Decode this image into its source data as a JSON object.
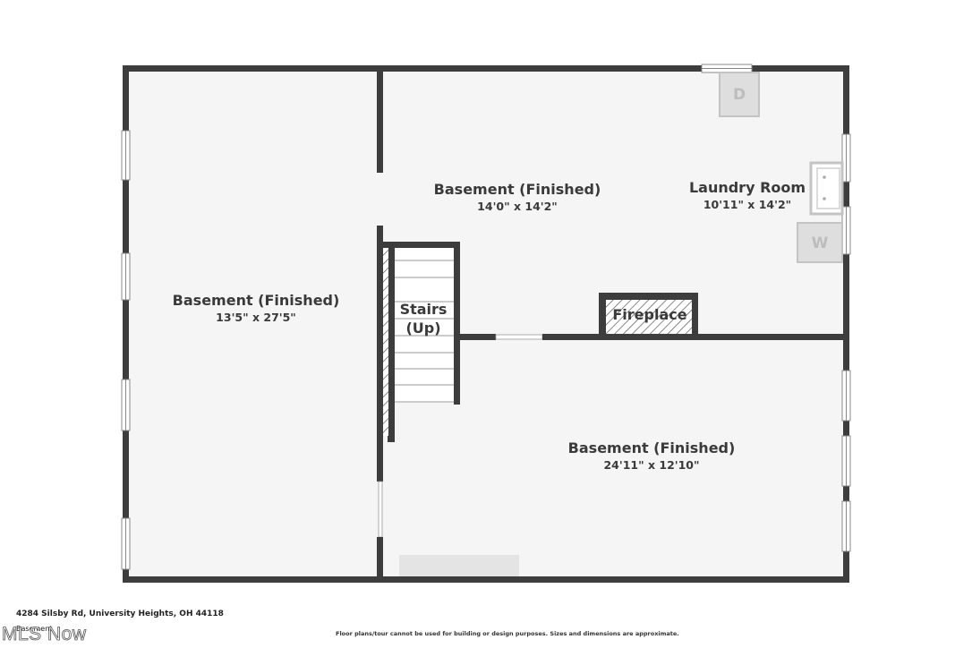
{
  "rooms": [
    {
      "name": "Basement (Finished)",
      "dimensions": "13'5\" x 27'5\""
    },
    {
      "name": "Basement (Finished)",
      "dimensions": "14'0\" x 14'2\""
    },
    {
      "name": "Laundry Room",
      "dimensions": "10'11\" x 14'2\""
    },
    {
      "name": "Basement (Finished)",
      "dimensions": "24'11\" x 12'10\""
    }
  ],
  "stairs": {
    "line1": "Stairs",
    "line2": "(Up)"
  },
  "fireplace": {
    "label": "Fireplace"
  },
  "appliances": {
    "dryer": "D",
    "washer": "W"
  },
  "footer": {
    "address": "4284 Silsby Rd, University Heights, OH 44118",
    "floor": "Basement",
    "logo": "MLS Now",
    "disclaimer": "Floor plans/tour cannot be used for building or design purposes. Sizes and dimensions are approximate."
  },
  "colors": {
    "wall": "#3d3d3d",
    "floor": "#f5f5f5",
    "appliance": "#dedede"
  }
}
